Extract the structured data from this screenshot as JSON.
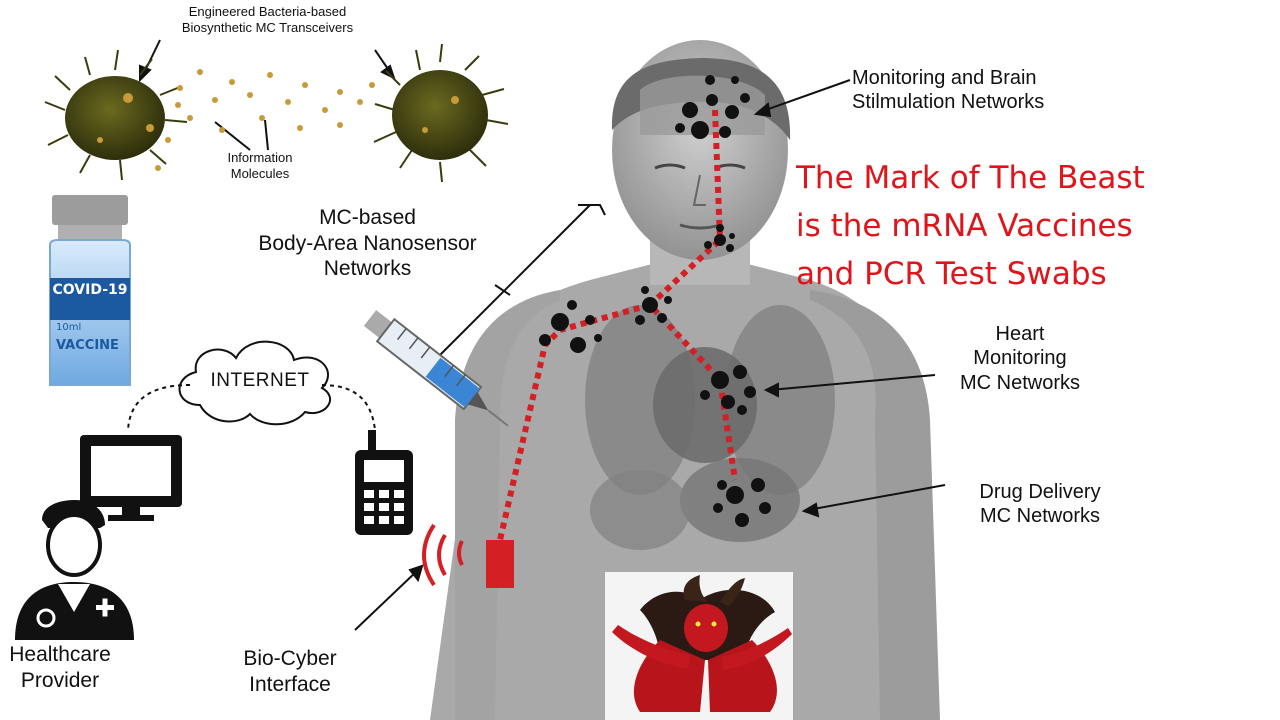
{
  "labels": {
    "bacteria_title": "Engineered Bacteria-based\nBiosynthetic MC Transceivers",
    "info_molecules": "Information\nMolecules",
    "brain": "Monitoring and Brain\nStilmulation Networks",
    "body_area": "MC-based\nBody-Area Nanosensor\nNetworks",
    "heart": "Heart\nMonitoring\nMC Networks",
    "drug": "Drug Delivery\nMC Networks",
    "internet": "INTERNET",
    "healthcare": "Healthcare\nProvider",
    "bio_cyber": "Bio-Cyber\nInterface"
  },
  "headline": "The Mark of The Beast\nis the mRNA Vaccines\nand PCR Test Swabs",
  "vial": {
    "line1": "COVID-19",
    "line2": "10ml",
    "line3": "VACCINE"
  },
  "colors": {
    "headline": "#e0141b",
    "network_red": "#d42025",
    "bacteria": "#4b4b14",
    "vial_blue": "#1b5aa0"
  },
  "icons": [
    "bacteria-icon",
    "vaccine-vial-icon",
    "syringe-icon",
    "cloud-icon",
    "monitor-icon",
    "mobile-phone-icon",
    "doctor-icon",
    "demon-image",
    "human-body-image"
  ]
}
